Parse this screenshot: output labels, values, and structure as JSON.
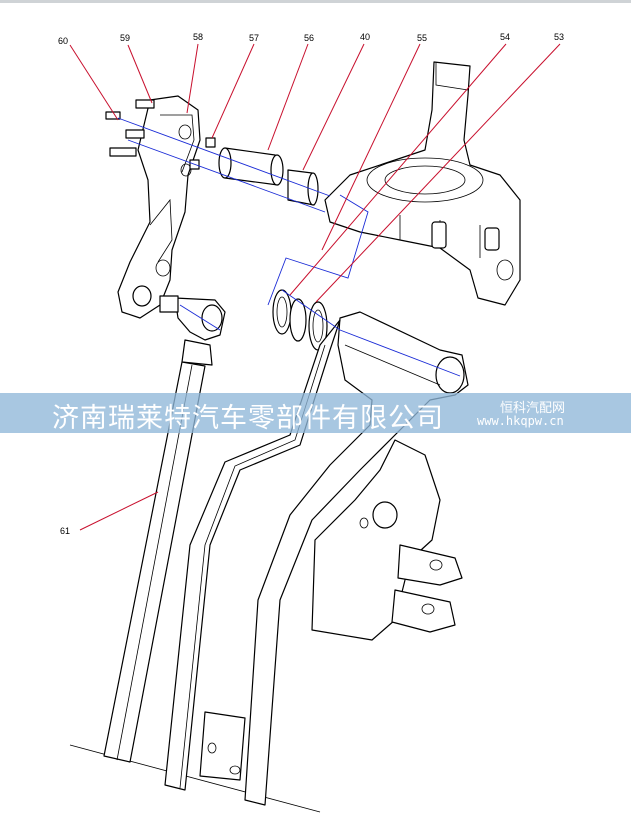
{
  "callouts": {
    "c60": "60",
    "c59": "59",
    "c58": "58",
    "c57": "57",
    "c56": "56",
    "c40": "40",
    "c55": "55",
    "c54": "54",
    "c53": "53",
    "c61": "61"
  },
  "watermark": {
    "company": "济南瑞莱特汽车零部件有限公司",
    "site_name": "恒科汽配网",
    "url": "www.hkqpw.cn"
  },
  "colors": {
    "leader_line": "#c8102e",
    "axis_line": "#1a2bd6",
    "banner": "#8fb7d9"
  }
}
